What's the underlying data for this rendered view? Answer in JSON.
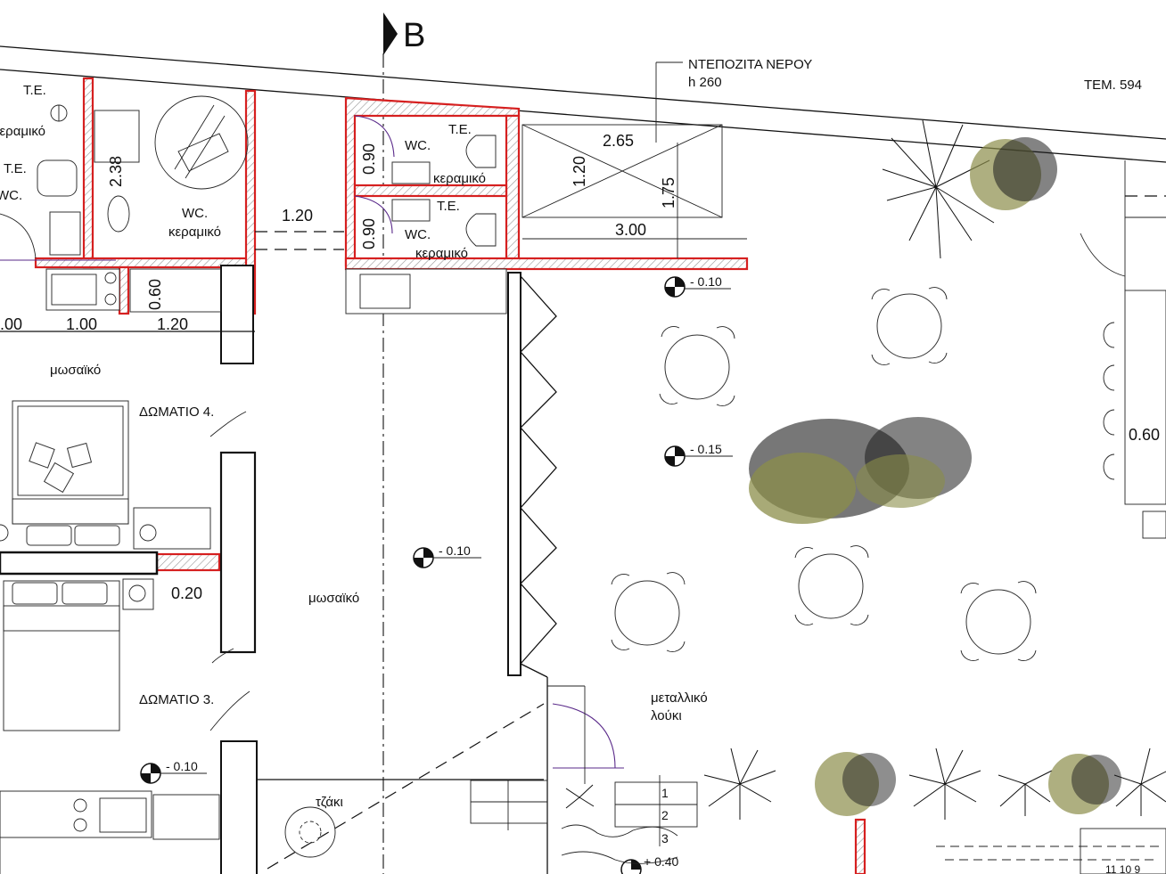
{
  "section_marker": "B",
  "labels": {
    "tem": "ΤΕΜ. 594",
    "water_tank": "ΝΤΕΠΟΖΙΤΑ ΝΕΡΟΥ",
    "water_tank_h": "h 260",
    "metal_gutter_1": "μεταλλικό",
    "metal_gutter_2": "λούκι",
    "fireplace": "τζάκι",
    "room4": "ΔΩΜΑΤΙΟ 4.",
    "room3": "ΔΩΜΑΤΙΟ 3.",
    "mosaic_top": "μωσαϊκό",
    "mosaic_center": "μωσαϊκό",
    "te_left_top": "Τ.Ε.",
    "te_left_mid": "Τ.Ε.",
    "wc_left_edge": "WC.",
    "ceramic_left_edge": "κεραμικό",
    "wc_acc": "WC.",
    "wc_acc_ceramic": "κεραμικό",
    "wc_upper": "WC.",
    "te_upper": "Τ.Ε.",
    "ceramic_upper": "κεραμικό",
    "wc_lower": "WC.",
    "te_lower": "Τ.Ε.",
    "ceramic_lower": "κεραμικό"
  },
  "dimensions": {
    "d238": "2.38",
    "d120_wall": "1.20",
    "d090_a": "0.90",
    "d090_b": "0.90",
    "d265": "2.65",
    "d120_tank": "1.20",
    "d175": "1.75",
    "d300": "3.00",
    "d060_left": "0.60",
    "d100_a": ".00",
    "d100_b": "1.00",
    "d120_bottom": "1.20",
    "d020": "0.20",
    "d060_right": "0.60"
  },
  "levels": {
    "lvl_tank": "- 0.10",
    "lvl_garden": "- 0.15",
    "lvl_center": "- 0.10",
    "lvl_room3": "- 0.10",
    "lvl_bottom": "+ 0.40"
  },
  "stairs": {
    "s1": "1",
    "s2": "2",
    "s3": "3"
  },
  "bottom_right_numbers": "11  10  9",
  "colors": {
    "wall_outline": "#d62020",
    "furniture_line": "#333333",
    "shrub_olive": "#8b8d4a"
  }
}
